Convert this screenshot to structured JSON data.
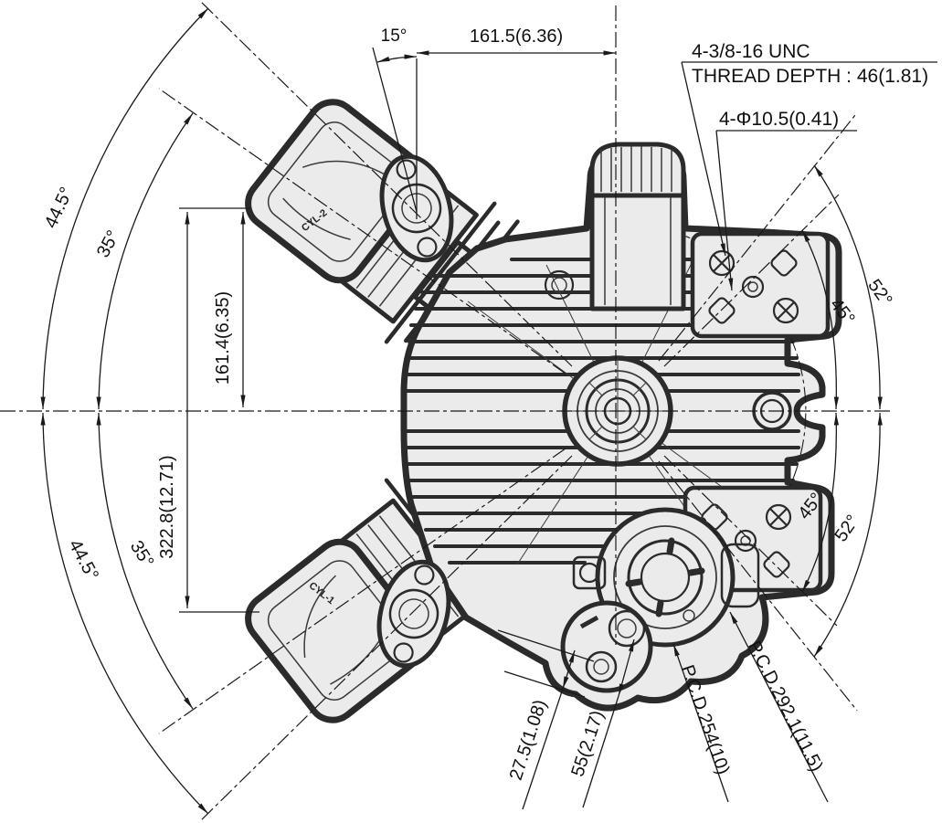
{
  "drawing": {
    "colors": {
      "background": "#ffffff",
      "line": "#1a1a1a",
      "fill": "#ebebeb"
    },
    "top": {
      "port_angle": "15°",
      "width": "161.5(6.36)"
    },
    "thread_note": {
      "line1": "4-3/8-16 UNC",
      "line2": "THREAD DEPTH : 46(1.81)"
    },
    "hole_note": {
      "label": "4-Φ10.5(0.41)"
    },
    "left": {
      "height_upper": "161.4(6.35)",
      "height_total": "322.8(12.71)",
      "angle_outer_upper": "44.5°",
      "angle_inner_upper": "35°",
      "angle_inner_lower": "35°",
      "angle_outer_lower": "44.5°"
    },
    "right": {
      "angle_outer_upper": "52°",
      "angle_inner_upper": "45°",
      "angle_inner_lower": "45°",
      "angle_outer_lower": "52°"
    },
    "bottom": {
      "offset_small": "27.5(1.08)",
      "offset_large": "55(2.17)",
      "pcd_inner": "P.C.D.254(10)",
      "pcd_outer": "P.C.D.292.1(11.5)"
    },
    "engine": {
      "cyl_upper_label": "CYL-2",
      "cyl_lower_label": "CYL-1"
    }
  }
}
